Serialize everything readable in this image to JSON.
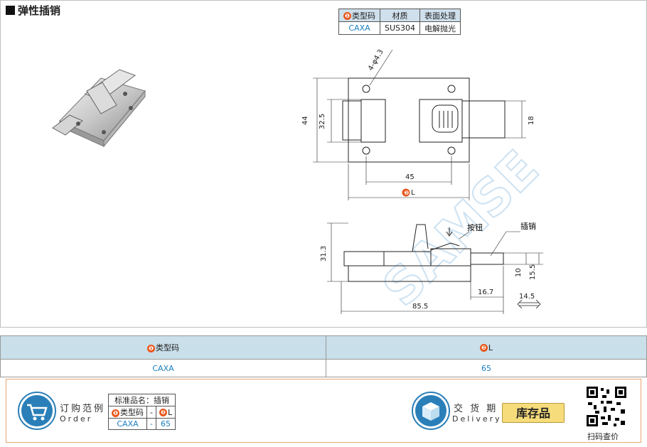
{
  "title": "弹性插销",
  "spec_table": {
    "headers": {
      "num": "❶",
      "type": "类型码",
      "material": "材质",
      "surface": "表面处理"
    },
    "row": {
      "type": "CAXA",
      "material": "SUS304",
      "surface": "电解抛光"
    }
  },
  "drawing": {
    "hole_note": "4-φ4.3",
    "dim_44": "44",
    "dim_32_5": "32.5",
    "dim_18": "18",
    "dim_45": "45",
    "dim_L_num": "❷",
    "dim_L": "L",
    "button_label": "按钮",
    "pin_label": "插销",
    "dim_31_3": "31.3",
    "dim_10": "10",
    "dim_15_5": "15.5",
    "dim_16_7": "16.7",
    "dim_14_5": "14.5",
    "dim_85_5": "85.5",
    "watermark": "SAMSE"
  },
  "main_table": {
    "col1_num": "❶",
    "col1": "类型码",
    "col2_num": "❷",
    "col2": "L",
    "row": {
      "type": "CAXA",
      "L": "65"
    }
  },
  "order": {
    "label_cn": "订购范例",
    "label_en": "Order",
    "std_title": "标准品名：插销",
    "std_num1": "❶",
    "std_col1": "类型码",
    "std_dash": "-",
    "std_num2": "❷",
    "std_col2": "L",
    "std_val1": "CAXA",
    "std_val_dash": "-",
    "std_val2": "65",
    "delivery_cn": "交 货 期",
    "delivery_en": "Delivery",
    "stock": "库存品",
    "qr_caption": "扫码查价"
  },
  "colors": {
    "accent_orange": "#e8561a",
    "header_blue": "#c9dfea",
    "link_cyan": "#1a7fc0",
    "stock_yellow": "#f6dc7a"
  }
}
